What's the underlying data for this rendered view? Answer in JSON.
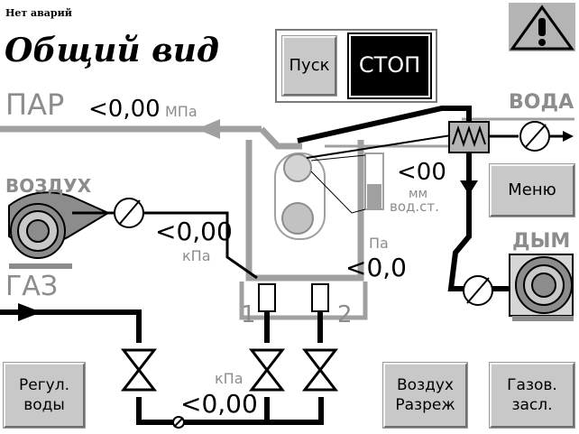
{
  "status": {
    "alarm_text": "Нет аварий"
  },
  "header": {
    "title": "Общий вид"
  },
  "controls": {
    "start_label": "Пуск",
    "stop_label": "СТОП",
    "menu_label": "Меню"
  },
  "steam": {
    "label": "ПАР",
    "value": "<0,00",
    "unit": "МПа"
  },
  "water": {
    "label": "ВОДА"
  },
  "air": {
    "label": "ВОЗДУХ",
    "value": "<0,00",
    "unit": "кПа"
  },
  "smoke": {
    "label": "ДЫМ"
  },
  "gas": {
    "label": "ГАЗ",
    "value": "<0,00",
    "unit": "кПа"
  },
  "drum_level": {
    "value": "<00",
    "unit_line1": "мм",
    "unit_line2": "вод.ст."
  },
  "furnace": {
    "value": "<0,0",
    "unit": "Па"
  },
  "burners": {
    "burner_1": "1",
    "burner_2": "2"
  },
  "buttons": {
    "water_reg_line1": "Регул.",
    "water_reg_line2": "воды",
    "air_vac_line1": "Воздух",
    "air_vac_line2": "Разреж",
    "gas_damper_line1": "Газов.",
    "gas_damper_line2": "засл."
  },
  "colors": {
    "pipe_gray": "#a0a0a0",
    "pipe_black": "#000000",
    "button_face": "#c8c8c8",
    "stop_bg": "#000000"
  }
}
